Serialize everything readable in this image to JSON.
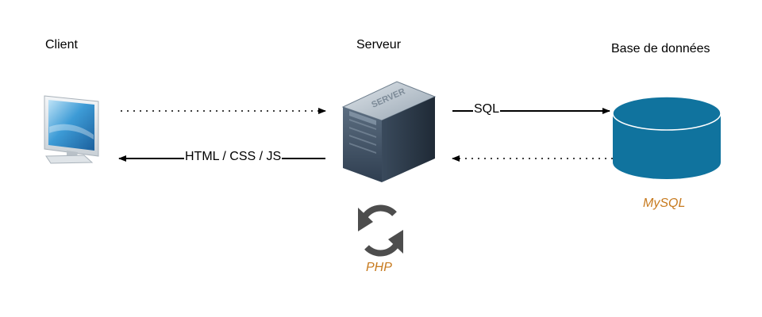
{
  "nodes": {
    "client": {
      "title": "Client",
      "icon": "monitor-icon"
    },
    "server": {
      "title": "Serveur",
      "icon": "server-icon",
      "badge_text": "SERVER"
    },
    "database": {
      "title": "Base de données",
      "icon": "database-cylinder-icon",
      "sublabel": "MySQL",
      "fill": "#10739e"
    },
    "php": {
      "icon": "refresh-icon",
      "sublabel": "PHP"
    }
  },
  "edges": {
    "client_to_server": {
      "style": "dotted",
      "label": ""
    },
    "server_to_client": {
      "style": "solid",
      "label": "HTML / CSS / JS"
    },
    "server_to_db": {
      "style": "solid",
      "label": "SQL"
    },
    "db_to_server": {
      "style": "dotted",
      "label": ""
    }
  },
  "colors": {
    "accent_text": "#c77a1e",
    "line": "#000000",
    "db_fill": "#10739e"
  }
}
